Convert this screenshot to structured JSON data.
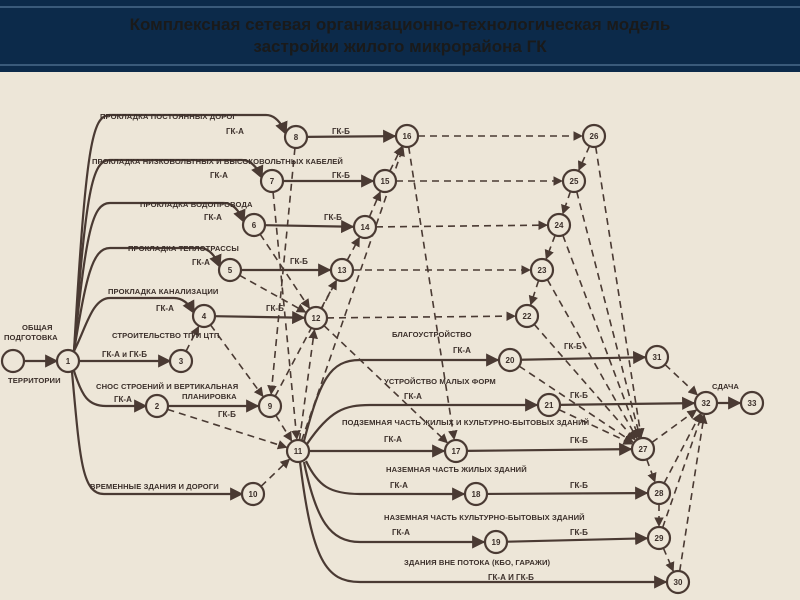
{
  "header": {
    "title_line1": "Комплексная сетевая организационно-технологическая модель",
    "title_line2": "застройки жилого микрорайона ГК"
  },
  "colors": {
    "header_bg": "#0c2a4a",
    "paper": "#ede6d8",
    "ink": "#4a3a33"
  },
  "nodes": [
    {
      "id": "1",
      "label": "1"
    },
    {
      "id": "2",
      "label": "2"
    },
    {
      "id": "3",
      "label": "3"
    },
    {
      "id": "4",
      "label": "4"
    },
    {
      "id": "5",
      "label": "5"
    },
    {
      "id": "6",
      "label": "6"
    },
    {
      "id": "7",
      "label": "7"
    },
    {
      "id": "8",
      "label": "8"
    },
    {
      "id": "9",
      "label": "9"
    },
    {
      "id": "10",
      "label": "10"
    },
    {
      "id": "11",
      "label": "11"
    },
    {
      "id": "12",
      "label": "12"
    },
    {
      "id": "13",
      "label": "13"
    },
    {
      "id": "14",
      "label": "14"
    },
    {
      "id": "15",
      "label": "15"
    },
    {
      "id": "16",
      "label": "16"
    },
    {
      "id": "17",
      "label": "17"
    },
    {
      "id": "18",
      "label": "18"
    },
    {
      "id": "19",
      "label": "19"
    },
    {
      "id": "20",
      "label": "20"
    },
    {
      "id": "21",
      "label": "21"
    },
    {
      "id": "22",
      "label": "22"
    },
    {
      "id": "23",
      "label": "23"
    },
    {
      "id": "24",
      "label": "24"
    },
    {
      "id": "25",
      "label": "25"
    },
    {
      "id": "26",
      "label": "26"
    },
    {
      "id": "27",
      "label": "27"
    },
    {
      "id": "28",
      "label": "28"
    },
    {
      "id": "29",
      "label": "29"
    },
    {
      "id": "30",
      "label": "30"
    },
    {
      "id": "31",
      "label": "31"
    },
    {
      "id": "32",
      "label": "32"
    },
    {
      "id": "33",
      "label": "33"
    }
  ],
  "labels": {
    "start_top1": "ОБЩАЯ",
    "start_top2": "ПОДГОТОВКА",
    "start_bottom": "ТЕРРИТОРИИ",
    "roads": "ПРОКЛАДКА ПОСТОЯННЫХ ДОРОГ",
    "cables": "ПРОКЛАДКА НИЗКОВОЛЬТНЫХ И ВЫСОКОВОЛЬТНЫХ КАБЕЛЕЙ",
    "water": "ПРОКЛАДКА ВОДОПРОВОДА",
    "heat": "ПРОКЛАДКА ТЕПЛОТРАССЫ",
    "sewer": "ПРОКЛАДКА КАНАЛИЗАЦИИ",
    "tp": "СТРОИТЕЛЬСТВО ТП И ЦТП",
    "gka_gkb": "ГК-А и ГК-Б",
    "demolition": "СНОС СТРОЕНИЙ И ВЕРТИКАЛЬНАЯ",
    "planning": "ПЛАНИРОВКА",
    "temp": "ВРЕМЕННЫЕ ЗДАНИЯ И ДОРОГИ",
    "landscaping": "БЛАГОУСТРОЙСТВО",
    "small_forms": "УСТРОЙСТВО МАЛЫХ ФОРМ",
    "underground": "ПОДЗЕМНАЯ ЧАСТЬ ЖИЛЫХ И КУЛЬТУРНО-БЫТОВЫХ ЗДАНИЙ",
    "ground_res": "НАЗЕМНАЯ ЧАСТЬ ЖИЛЫХ ЗДАНИЙ",
    "ground_cult": "НАЗЕМНАЯ ЧАСТЬ КУЛЬТУРНО-БЫТОВЫХ ЗДАНИЙ",
    "out_flow": "ЗДАНИЯ ВНЕ ПОТОКА  (КБО, ГАРАЖИ)",
    "gka_i_gkb": "ГК-А И ГК-Б",
    "handover": "СДАЧА",
    "gka": "ГК-А",
    "gkb": "ГК-Б"
  }
}
